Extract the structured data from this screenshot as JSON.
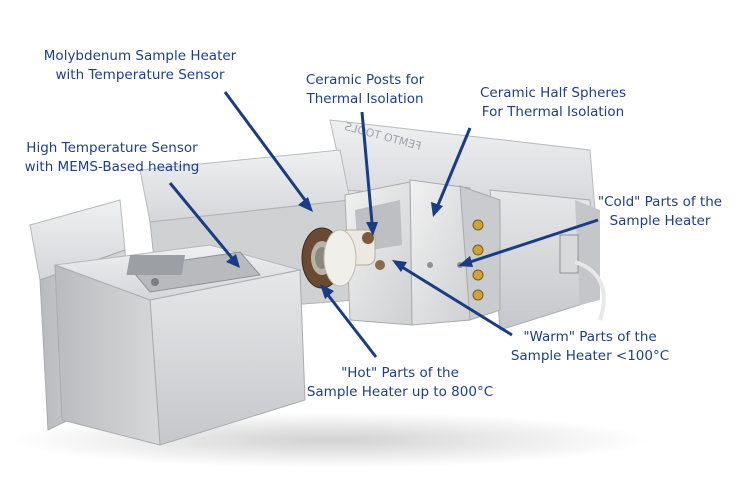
{
  "colors": {
    "label_text": "#1d3f8a",
    "arrow": "#1a3c85",
    "device_body": "#d9dadc",
    "ceramic": "#ece9e3",
    "copper_plate": "#6a4a33"
  },
  "device": {
    "engraving": "FEMTO TOOLS"
  },
  "labels": {
    "moly_heater": {
      "line1": "Molybdenum Sample Heater",
      "line2": "with Temperature Sensor"
    },
    "ceramic_posts": {
      "line1": "Ceramic Posts for",
      "line2": "Thermal Isolation"
    },
    "ceramic_spheres": {
      "line1": "Ceramic Half Spheres",
      "line2": "For Thermal Isolation"
    },
    "high_temp_sensor": {
      "line1": "High Temperature Sensor",
      "line2": "with MEMS-Based heating"
    },
    "cold_parts": {
      "line1": "\"Cold\" Parts of the",
      "line2": "Sample Heater"
    },
    "warm_parts": {
      "line1": "\"Warm\" Parts of the",
      "line2": "Sample Heater <100°C"
    },
    "hot_parts": {
      "line1": "\"Hot\" Parts of the",
      "line2": "Sample Heater up to 800°C"
    }
  }
}
